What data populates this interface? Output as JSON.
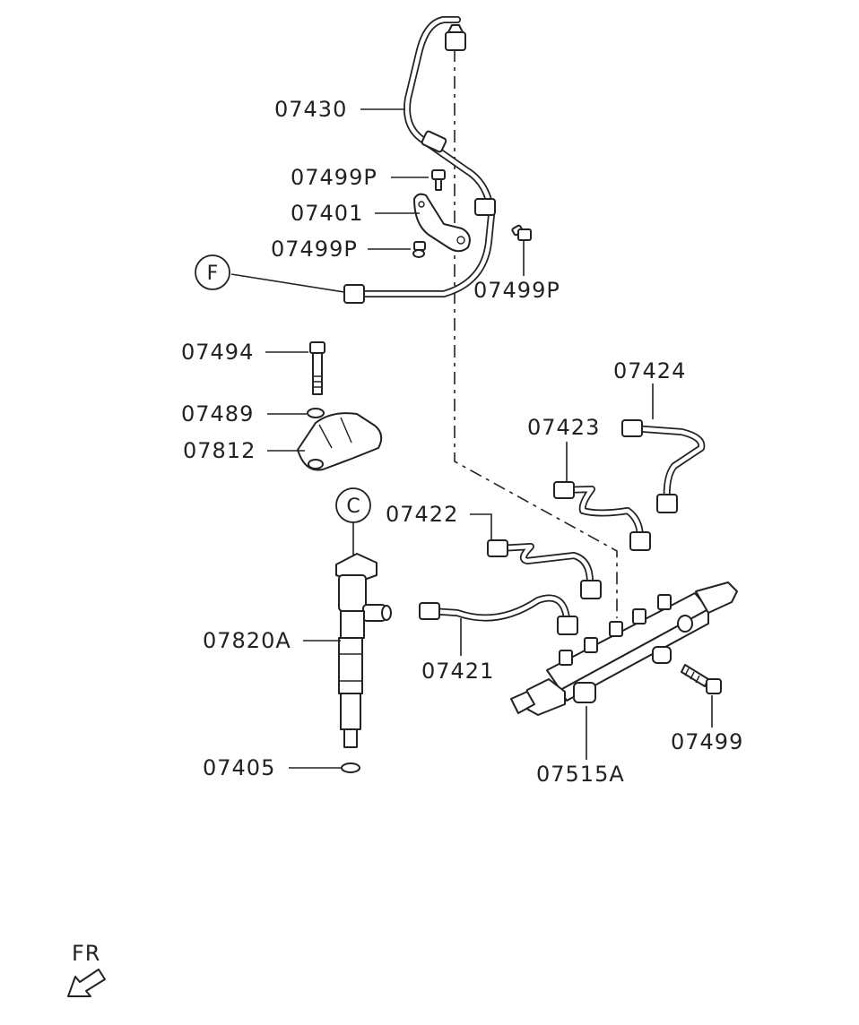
{
  "parts": {
    "p07430": "07430",
    "p07499p_a": "07499P",
    "p07401": "07401",
    "p07499p_b": "07499P",
    "p07499p_c": "07499P",
    "p07494": "07494",
    "p07489": "07489",
    "p07812": "07812",
    "p07424": "07424",
    "p07423": "07423",
    "p07422": "07422",
    "p07820a": "07820A",
    "p07421": "07421",
    "p07499": "07499",
    "p07405": "07405",
    "p07515a": "07515A"
  },
  "callouts": {
    "f": "F",
    "c": "C"
  },
  "orientation": {
    "label": "FR"
  }
}
